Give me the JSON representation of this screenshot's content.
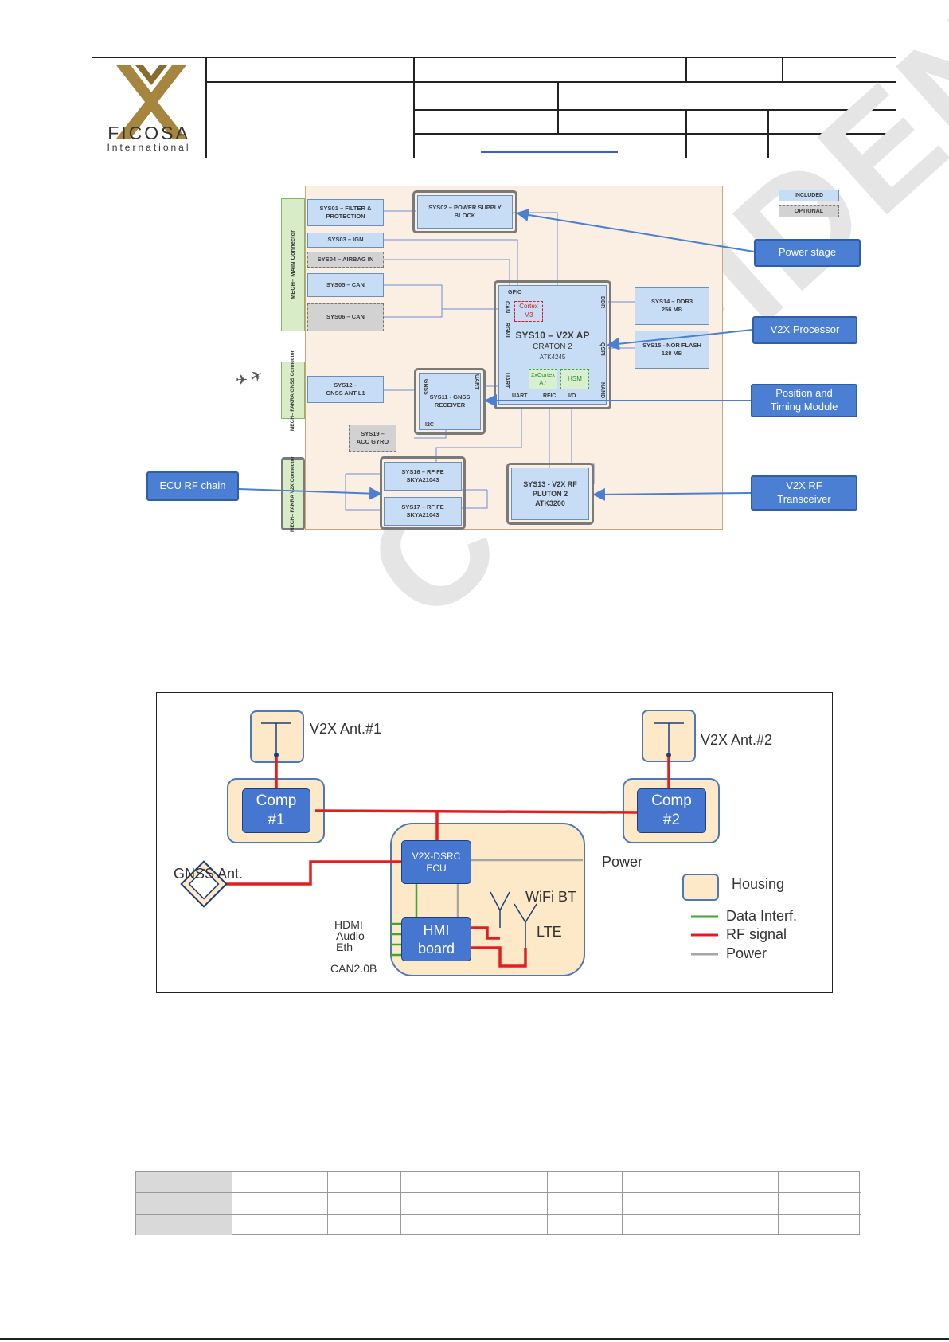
{
  "header": {
    "company_name": "FICOSA",
    "company_tagline": "International",
    "link_text": ""
  },
  "block_diagram": {
    "connectors": [
      {
        "id": "main",
        "label": "MECH– MAIN Connector"
      },
      {
        "id": "gnss",
        "label": "MECH– FAKRA GNSS Connector"
      },
      {
        "id": "v2x",
        "label": "MECH– FAKRA V2X Connector"
      }
    ],
    "blocks": [
      {
        "id": "sys01",
        "label": "SYS01 – FILTER &\nPROTECTION",
        "kind": "included"
      },
      {
        "id": "sys02",
        "label": "SYS02 – POWER SUPPLY\nBLOCK",
        "kind": "included"
      },
      {
        "id": "sys03",
        "label": "SYS03 – IGN",
        "kind": "included"
      },
      {
        "id": "sys04",
        "label": "SYS04 – AIRBAG IN",
        "kind": "optional"
      },
      {
        "id": "sys05",
        "label": "SYS05 – CAN",
        "kind": "included"
      },
      {
        "id": "sys06",
        "label": "SYS06 – CAN",
        "kind": "optional"
      },
      {
        "id": "sys12",
        "label": "SYS12 –\nGNSS ANT L1",
        "kind": "included"
      },
      {
        "id": "sys11",
        "label": "SYS11 - GNSS\nRECEIVER",
        "kind": "included"
      },
      {
        "id": "sys19",
        "label": "SYS19 –\nACC GYRO",
        "kind": "optional"
      },
      {
        "id": "sys14",
        "label": "SYS14 – DDR3\n256 MB",
        "kind": "included"
      },
      {
        "id": "sys15",
        "label": "SYS15 - NOR FLASH\n128 MB",
        "kind": "included"
      },
      {
        "id": "sys16",
        "label": "SYS16 – RF FE\nSKYA21043",
        "kind": "included"
      },
      {
        "id": "sys17",
        "label": "SYS17 – RF FE\nSKYA21043",
        "kind": "included"
      },
      {
        "id": "sys13",
        "label": "SYS13 - V2X RF\nPLUTON 2\nATK3200",
        "kind": "included"
      }
    ],
    "processor": {
      "title": "SYS10 – V2X AP",
      "subtitle": "CRATON 2",
      "part": "ATK4245",
      "cortex_m3": "Cortex\nM3",
      "cortex_a7": "2xCortex\nA7",
      "hsm": "HSM"
    },
    "pins": {
      "gpio": "GPIO",
      "can": "CAN",
      "rgmii": "RGMII",
      "ddr": "DDR",
      "qspi": "QSPI",
      "uart_a": "UART",
      "uart_b": "UART",
      "uart_c": "UART",
      "rfic": "RFIC",
      "io": "I/O",
      "nand": "NAND",
      "gnss": "GNSS",
      "i2c": "I2C"
    },
    "legend": {
      "included": "INCLUDED",
      "optional": "OPTIONAL"
    },
    "callouts": [
      {
        "id": "power",
        "label": "Power stage"
      },
      {
        "id": "v2xproc",
        "label": "V2X Processor"
      },
      {
        "id": "position",
        "label": "Position and\nTiming Module"
      },
      {
        "id": "rftrans",
        "label": "V2X RF\nTransceiver"
      },
      {
        "id": "ecurf",
        "label": "ECU RF chain"
      }
    ]
  },
  "system_diagram": {
    "ant1": "V2X Ant.#1",
    "ant2": "V2X Ant.#2",
    "comp1": "Comp\n#1",
    "comp2": "Comp\n#2",
    "ecu": "V2X-DSRC\nECU",
    "power": "Power",
    "gnss": "GNSS Ant.",
    "wifi": "WiFi BT",
    "lte": "LTE",
    "hmi": "HMI\nboard",
    "hdmi": "HDMI",
    "audio": "Audio",
    "eth": "Eth",
    "can": "CAN2.0B",
    "legend": {
      "housing": "Housing",
      "data": "Data Interf.",
      "rf": "RF signal",
      "power": "Power"
    },
    "colors": {
      "data": "#3fa535",
      "rf": "#e02020",
      "power": "#a6a6a6",
      "block": "#4677d0",
      "housing": "#fde8c7"
    }
  },
  "watermark": "CONFIDENTIAL"
}
